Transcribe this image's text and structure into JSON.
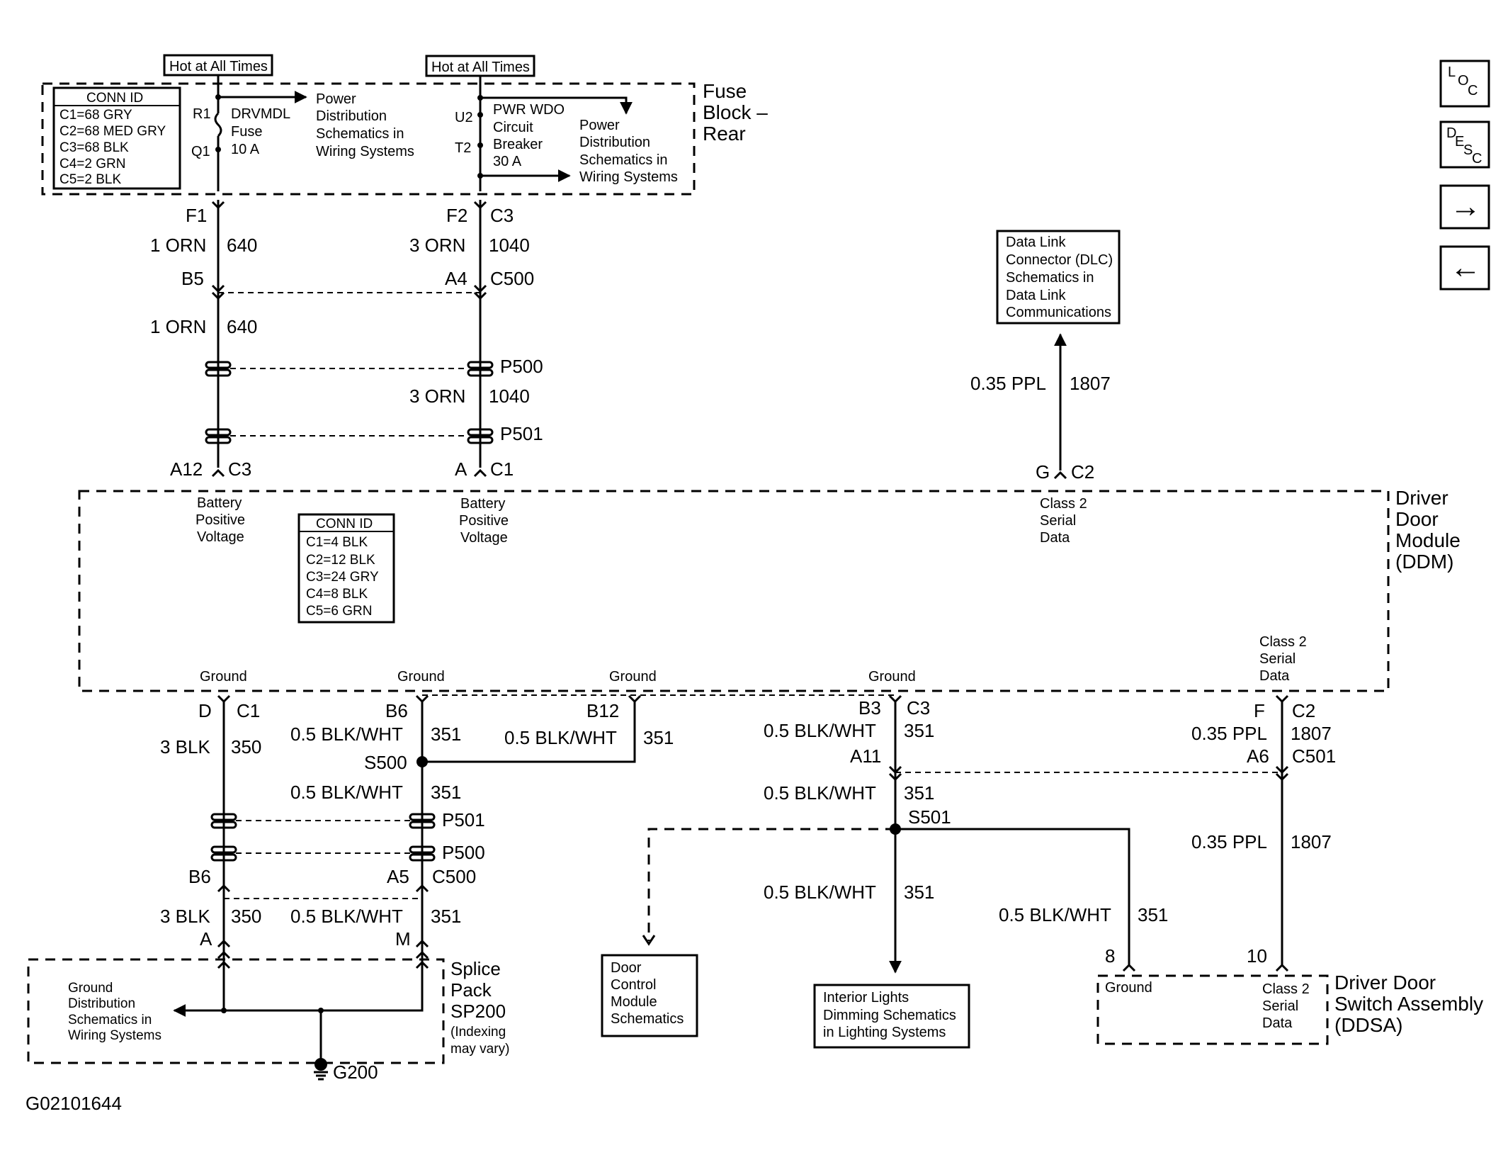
{
  "hot_labels": [
    "Hot at All Times",
    "Hot at All Times"
  ],
  "fuse_block": {
    "name": [
      "Fuse",
      "Block –",
      "Rear"
    ],
    "conn_id": {
      "title": "CONN ID",
      "rows": [
        "C1=68 GRY",
        "C2=68 MED GRY",
        "C3=68 BLK",
        "C4=2 GRN",
        "C5=2 BLK"
      ]
    },
    "fuse": {
      "pin_in": "R1",
      "pin_out": "Q1",
      "lines": [
        "DRVMDL",
        "Fuse",
        "10 A"
      ]
    },
    "fuse_power": [
      "Power",
      "Distribution",
      "Schematics in",
      "Wiring Systems"
    ],
    "breaker": {
      "pin_in": "U2",
      "pin_out": "T2",
      "lines": [
        "PWR WDO",
        "Circuit",
        "Breaker",
        "30 A"
      ]
    },
    "breaker_power": [
      "Power",
      "Distribution",
      "Schematics in",
      "Wiring Systems"
    ]
  },
  "upper_left_wire": {
    "f1": "F1",
    "w1_color": "1 ORN",
    "w1_circuit": "640",
    "b5": "B5",
    "w2_color": "1 ORN",
    "w2_circuit": "640",
    "a12": "A12",
    "c3": "C3"
  },
  "upper_mid_wire": {
    "f2": "F2",
    "c3": "C3",
    "w1_color": "3 ORN",
    "w1_circuit": "1040",
    "a4": "A4",
    "c500": "C500",
    "p500": "P500",
    "w2_color": "3 ORN",
    "w2_circuit": "1040",
    "p501": "P501",
    "a": "A",
    "c1": "C1"
  },
  "dlc": {
    "box": [
      "Data Link",
      "Connector (DLC)",
      "Schematics in",
      "Data Link",
      "Communications"
    ],
    "w_color": "0.35 PPL",
    "w_circuit": "1807",
    "g": "G",
    "c2": "C2"
  },
  "ddm": {
    "name": [
      "Driver",
      "Door",
      "Module",
      "(DDM)"
    ],
    "bpv_left": [
      "Battery",
      "Positive",
      "Voltage"
    ],
    "bpv_mid": [
      "Battery",
      "Positive",
      "Voltage"
    ],
    "class2_top": [
      "Class 2",
      "Serial",
      "Data"
    ],
    "class2_bottom": [
      "Class 2",
      "Serial",
      "Data"
    ],
    "conn_id": {
      "title": "CONN ID",
      "rows": [
        "C1=4 BLK",
        "C2=12 BLK",
        "C3=24 GRY",
        "C4=8 BLK",
        "C5=6 GRN"
      ]
    },
    "grounds": [
      "Ground",
      "Ground",
      "Ground",
      "Ground"
    ]
  },
  "lower_left": {
    "d": "D",
    "c1": "C1",
    "w1_color": "3 BLK",
    "w1_circuit": "350",
    "b6": "B6",
    "w2_color": "3 BLK",
    "w2_circuit": "350",
    "a": "A"
  },
  "lower_b6": {
    "b6": "B6",
    "w1_color": "0.5 BLK/WHT",
    "w1_circuit": "351",
    "s500": "S500",
    "w2_color": "0.5 BLK/WHT",
    "w2_circuit": "351",
    "p501": "P501",
    "p500": "P500",
    "a5": "A5",
    "c500": "C500",
    "w3_color": "0.5 BLK/WHT",
    "w3_circuit": "351",
    "m": "M"
  },
  "lower_b12": {
    "b12": "B12",
    "w_color": "0.5 BLK/WHT",
    "w_circuit": "351"
  },
  "lower_b3": {
    "b3": "B3",
    "c3": "C3",
    "w1_color": "0.5 BLK/WHT",
    "w1_circuit": "351",
    "a11": "A11",
    "w2_color": "0.5 BLK/WHT",
    "w2_circuit": "351",
    "s501": "S501",
    "w3_color": "0.5 BLK/WHT",
    "w3_circuit": "351",
    "w4_color": "0.5 BLK/WHT",
    "w4_circuit": "351"
  },
  "lower_f": {
    "f": "F",
    "c2": "C2",
    "w1_color": "0.35 PPL",
    "w1_circuit": "1807",
    "a6": "A6",
    "c501": "C501",
    "w2_color": "0.35 PPL",
    "w2_circuit": "1807"
  },
  "splice_pack": {
    "name": [
      "Splice",
      "Pack",
      "SP200"
    ],
    "note": [
      "(Indexing",
      "may vary)"
    ],
    "ground_text": [
      "Ground",
      "Distribution",
      "Schematics in",
      "Wiring Systems"
    ],
    "g200": "G200"
  },
  "door_control": [
    "Door",
    "Control",
    "Module",
    "Schematics"
  ],
  "interior_lights": [
    "Interior Lights",
    "Dimming Schematics",
    "in Lighting Systems"
  ],
  "ddsa": {
    "name": [
      "Driver Door",
      "Switch Assembly",
      "(DDSA)"
    ],
    "pin8": "8",
    "pin10": "10",
    "ground": "Ground",
    "class2": [
      "Class 2",
      "Serial",
      "Data"
    ]
  },
  "figure_id": "G02101644",
  "nav": {
    "loc": [
      "L",
      "O",
      "C"
    ],
    "desc": [
      "D",
      "E",
      "S",
      "C"
    ],
    "next": "→",
    "prev": "←"
  }
}
